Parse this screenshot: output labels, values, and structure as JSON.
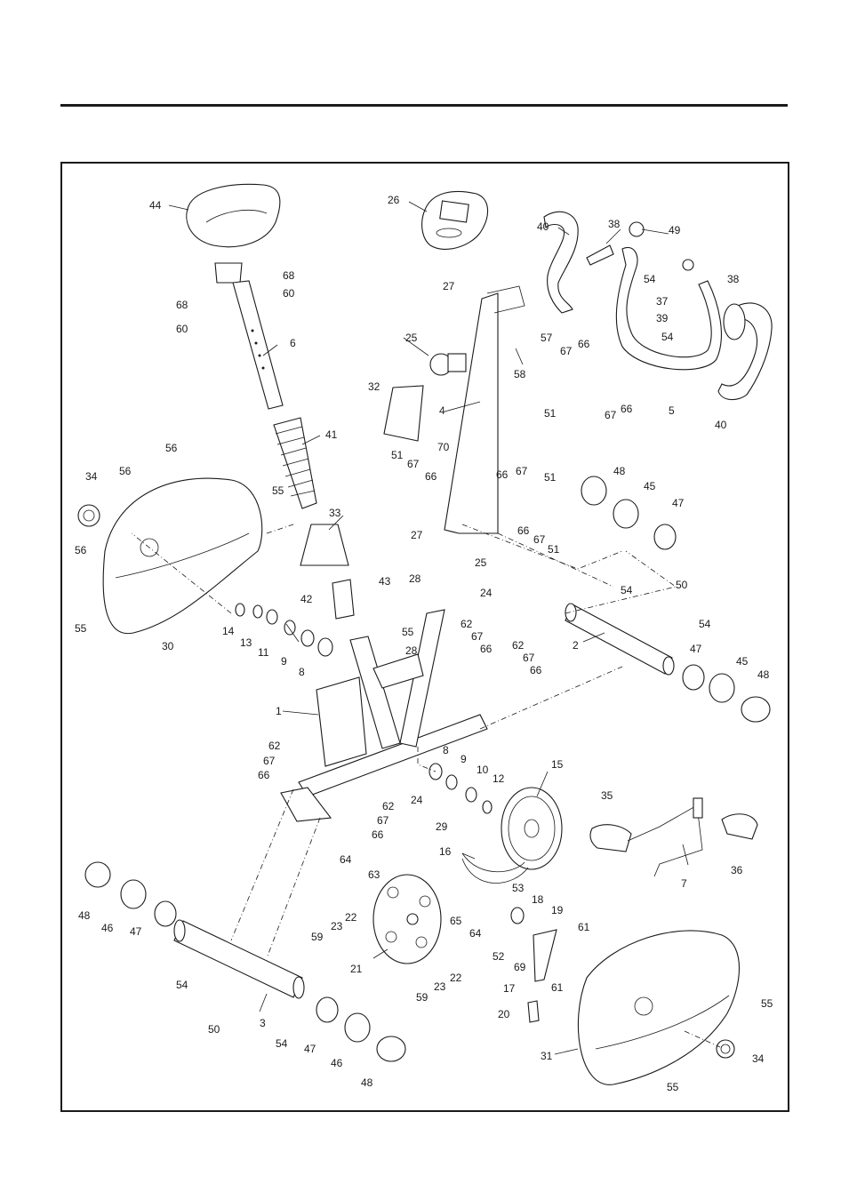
{
  "diagram": {
    "labels": [
      "1",
      "2",
      "3",
      "4",
      "5",
      "6",
      "7",
      "8",
      "9",
      "10",
      "11",
      "12",
      "13",
      "14",
      "15",
      "16",
      "17",
      "18",
      "19",
      "20",
      "21",
      "22",
      "23",
      "24",
      "25",
      "26",
      "27",
      "28",
      "29",
      "30",
      "31",
      "32",
      "33",
      "34",
      "35",
      "36",
      "37",
      "38",
      "39",
      "40",
      "41",
      "42",
      "43",
      "44",
      "45",
      "46",
      "47",
      "48",
      "49",
      "50",
      "51",
      "52",
      "53",
      "54",
      "55",
      "56",
      "57",
      "58",
      "59",
      "60",
      "61",
      "62",
      "63",
      "64",
      "65",
      "66",
      "67",
      "68",
      "69",
      "70"
    ]
  }
}
